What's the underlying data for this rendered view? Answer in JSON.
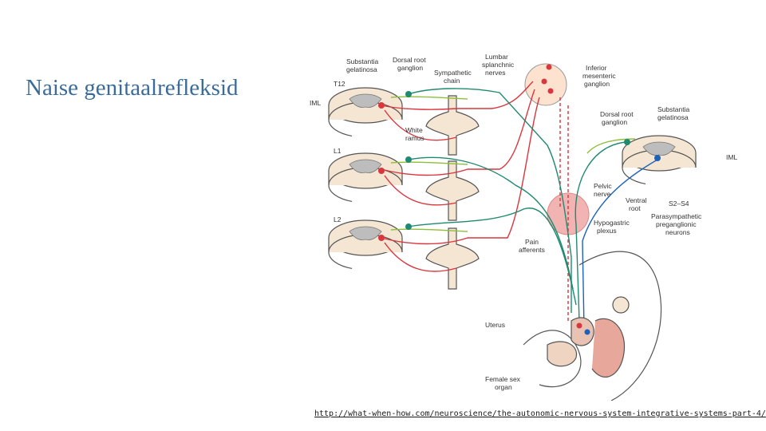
{
  "slide": {
    "title": "Naise genitaalrefleksid",
    "source_url": "http://what-when-how.com/neuroscience/the-autonomic-nervous-system-integrative-systems-part-4/"
  },
  "diagram": {
    "labels": {
      "substantia_left": [
        "Substantia",
        "gelatinosa"
      ],
      "dorsal_root_left": [
        "Dorsal root",
        "ganglion"
      ],
      "sympathetic_chain": [
        "Sympathetic",
        "chain"
      ],
      "lumbar": [
        "Lumbar",
        "splanchnic",
        "nerves"
      ],
      "inferior_mesenteric": [
        "Inferior",
        "mesenteric",
        "ganglion"
      ],
      "t12": "T12",
      "iml_left": "IML",
      "white_ramus": [
        "White",
        "ramus"
      ],
      "dorsal_root_right": [
        "Dorsal root",
        "ganglion"
      ],
      "substantia_right": [
        "Substantia",
        "gelatinosa"
      ],
      "l1": "L1",
      "iml_right": "IML",
      "pelvic_nerve": [
        "Pelvic",
        "nerve"
      ],
      "ventral_root": [
        "Ventral",
        "root"
      ],
      "s2_s4": "S2–S4",
      "l2": "L2",
      "hypogastric": [
        "Hypogastric",
        "plexus"
      ],
      "parasympathetic": [
        "Parasympathetic",
        "preganglionic",
        "neurons"
      ],
      "pain_afferents": [
        "Pain",
        "afferents"
      ],
      "uterus": "Uterus",
      "female_sex_organ": [
        "Female sex",
        "organ"
      ]
    },
    "colors": {
      "sympathetic": "#d9363e",
      "afferent": "#1f8a70",
      "parasympathetic": "#1d62b8",
      "sensory": "#8fbf3a",
      "plexus_fill": "#f2b3b3",
      "tissue_fill": "#f5e6d3",
      "grey_matter": "#bdbdbd"
    }
  }
}
